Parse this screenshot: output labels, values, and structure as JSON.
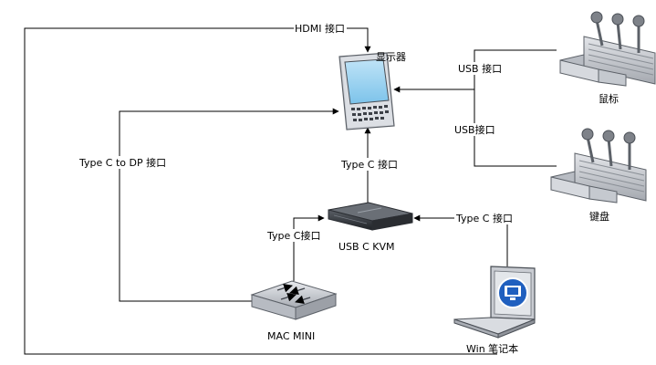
{
  "diagram": {
    "nodes": {
      "monitor": {
        "label": "显示器",
        "icon": "monitor-icon"
      },
      "mouse": {
        "label": "鼠标",
        "icon": "mouse-icon"
      },
      "keyboard": {
        "label": "键盘",
        "icon": "keyboard-icon"
      },
      "kvm": {
        "label": "USB C KVM",
        "icon": "kvm-switch-icon"
      },
      "mac": {
        "label": "MAC MINI",
        "icon": "mac-mini-icon"
      },
      "laptop": {
        "label": "Win 笔记本",
        "icon": "laptop-icon"
      }
    },
    "edges": {
      "hdmi": "HDMI 接口",
      "usb_mouse": "USB 接口",
      "usb_keyboard": "USB接口",
      "kvm_monitor": "Type C 接口",
      "mac_monitor": "Type C to DP 接口",
      "mac_kvm": "Type C接口",
      "laptop_kvm": "Type C 接口"
    }
  }
}
